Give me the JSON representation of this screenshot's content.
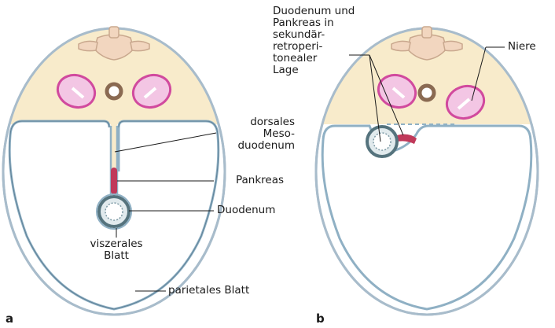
{
  "panel_a": {
    "letter": "a",
    "labels": {
      "dorsal_mesoduodenum": [
        "dorsales",
        "Meso-",
        "duodenum"
      ],
      "pancreas": "Pankreas",
      "duodenum": "Duodenum",
      "visceral_layer": [
        "viszerales",
        "Blatt"
      ],
      "parietal_layer": "parietales Blatt"
    }
  },
  "panel_b": {
    "letter": "b",
    "labels": {
      "secondary_retroperitoneal": [
        "Duodenum und",
        "Pankreas in",
        "sekundär-",
        "retroperi-",
        "tonealer",
        "Lage"
      ],
      "kidney": "Niere"
    }
  },
  "colors": {
    "dorsal_body": "#f8ebcb",
    "peritoneum": "#8fb0c4",
    "peritoneum_dark": "#5e8096",
    "kidney": "#d14a9e",
    "pancreas": "#c0395a",
    "duodenum_wall": "#55737d",
    "vertebra": "#f2d6bf",
    "outline": "#a8bccb",
    "leader": "#1a1a1a"
  }
}
